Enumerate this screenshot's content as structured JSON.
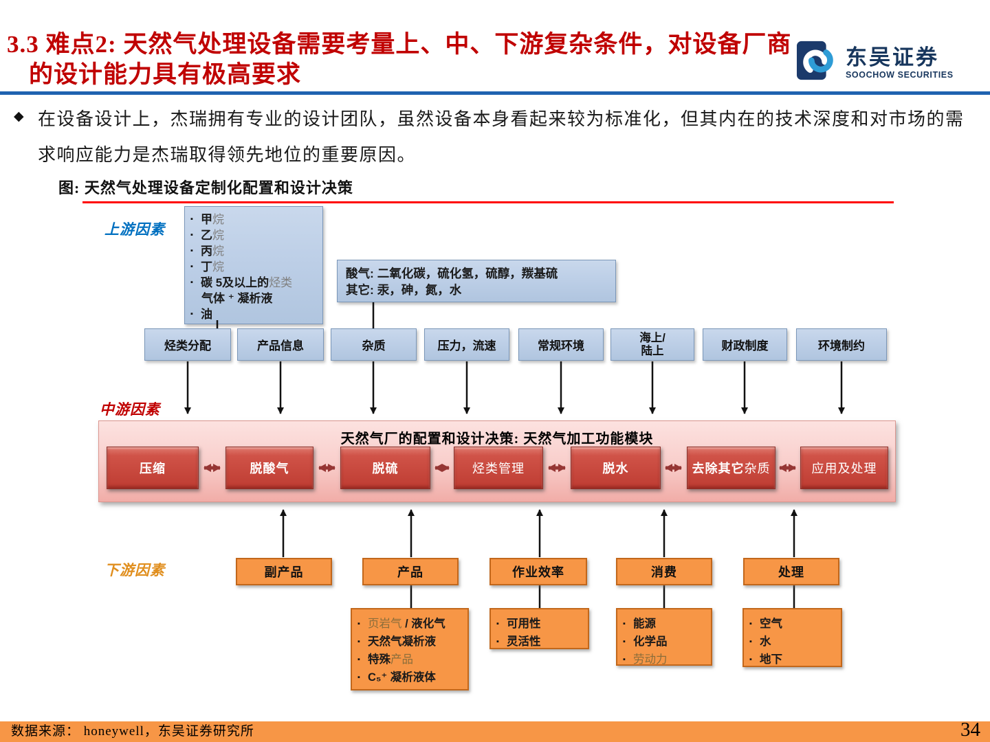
{
  "slide": {
    "title_line1": "3.3 难点2: 天然气处理设备需要考量上、中、下游复杂条件，对设备厂商",
    "title_line2": "的设计能力具有极高要求",
    "bullet_marker": "◆",
    "bullet_text": "在设备设计上，杰瑞拥有专业的设计团队，虽然设备本身看起来较为标准化，但其内在的技术深度和对市场的需求响应能力是杰瑞取得领先地位的重要原因。",
    "figure_caption": "图: 天然气处理设备定制化配置和设计决策"
  },
  "logo": {
    "name_cn": "东吴证券",
    "name_en": "SOOCHOW SECURITIES"
  },
  "labels": {
    "upstream": "上游因素",
    "midstream": "中游因素",
    "downstream": "下游因素"
  },
  "glyphs": {
    "bullet": "▪"
  },
  "hydrocarbon_box": {
    "items": [
      {
        "bold": "甲",
        "muted": "烷"
      },
      {
        "bold": "乙",
        "muted": "烷"
      },
      {
        "bold": "丙",
        "muted": "烷"
      },
      {
        "bold": "丁",
        "muted": "烷"
      },
      {
        "bold": "碳 5及以上的",
        "muted": "烃类",
        "bold2": "气体 ⁺ 凝析液"
      },
      {
        "bold": "油",
        "muted": ""
      }
    ]
  },
  "acid_box": {
    "line1": "酸气: 二氧化碳，硫化氢，硫醇，羰基硫",
    "line2": "其它: 汞，砷，氮，水"
  },
  "factor_boxes": [
    {
      "label": "烃类分配"
    },
    {
      "label": "产品信息"
    },
    {
      "label": "杂质"
    },
    {
      "label": "压力，流速"
    },
    {
      "label": "常规环境"
    },
    {
      "line1": "海上/",
      "line2": "陆上"
    },
    {
      "label": "财政制度"
    },
    {
      "label": "环境制约"
    }
  ],
  "band": {
    "title": "天然气厂的配置和设计决策: 天然气加工功能模块",
    "modules": [
      {
        "bold": "压缩",
        "normal": ""
      },
      {
        "bold": "脱酸气",
        "normal": ""
      },
      {
        "bold": "脱硫",
        "normal": ""
      },
      {
        "bold": "",
        "normal": "烃类管理"
      },
      {
        "bold": "脱水",
        "normal": ""
      },
      {
        "bold": "去除其它",
        "normal": "杂质"
      },
      {
        "bold": "",
        "normal": "应用及处理"
      }
    ]
  },
  "downstream_boxes": [
    {
      "label": "副产品"
    },
    {
      "label": "产品"
    },
    {
      "label": "作业效率"
    },
    {
      "label": "消费"
    },
    {
      "label": "处理"
    }
  ],
  "detail_boxes": {
    "products": {
      "items": [
        {
          "muted": "页岩气",
          "bold": " / 液化气"
        },
        {
          "bold": "天然气凝析液"
        },
        {
          "bold": "特殊",
          "muted": "产品"
        },
        {
          "bold": "C₅⁺ 凝析液体"
        }
      ]
    },
    "efficiency": {
      "items": [
        {
          "bold": "可用性"
        },
        {
          "bold": "灵活性"
        }
      ]
    },
    "consumption": {
      "items": [
        {
          "bold": "能源"
        },
        {
          "bold": "化学品"
        },
        {
          "muted": "劳动力"
        }
      ]
    },
    "treatment": {
      "items": [
        {
          "bold": "空气"
        },
        {
          "bold": "水"
        },
        {
          "bold": "地下"
        }
      ]
    }
  },
  "footer": {
    "source": "数据来源： honeywell，东吴证券研究所",
    "page": "34"
  },
  "colors": {
    "title_red": "#C00000",
    "divider_blue": "#1F62B0",
    "figure_rule_red": "#FF0000",
    "label_blue": "#0070C0",
    "label_red": "#C00000",
    "label_orange": "#E08E1D",
    "blue_box_fill": "#BDCFE7",
    "blue_box_border": "#7A96B8",
    "band_pink": "#F8CDCA",
    "module_red": "#C0392F",
    "double_arrow_red": "#963634",
    "orange_fill": "#F79646",
    "orange_border": "#C2671B",
    "footer_orange": "#F79646",
    "logo_navy": "#17365D",
    "logo_blue": "#2E9CD6"
  }
}
